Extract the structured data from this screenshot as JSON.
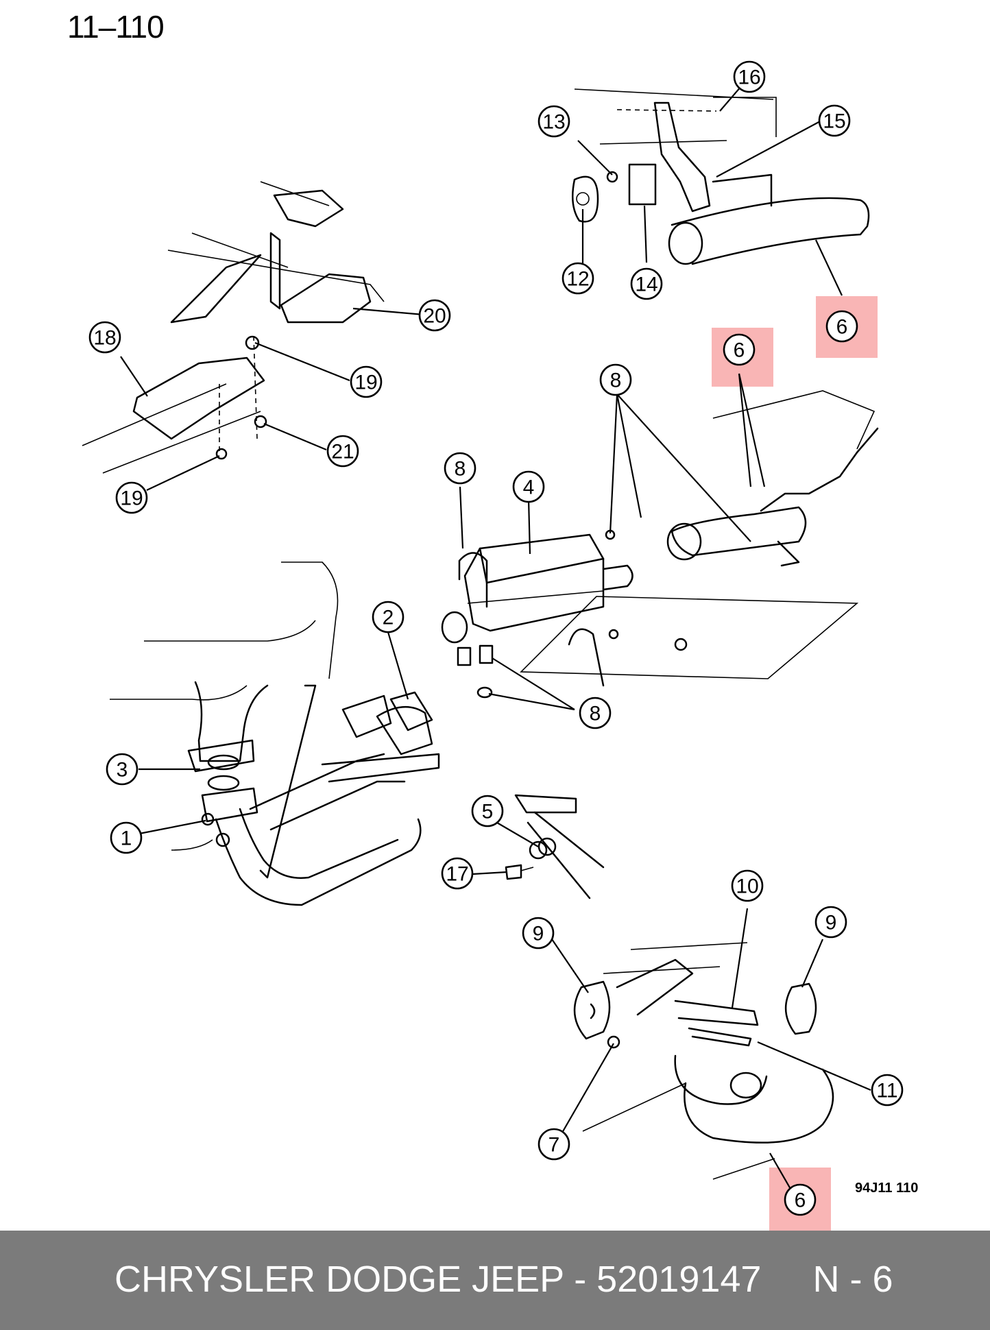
{
  "page_number": "11–110",
  "drawing_code": "94J11 110",
  "footer": {
    "text": "CHRYSLER DODGE JEEP - 52019147     N - 6"
  },
  "callouts": {
    "c1": "1",
    "c2": "2",
    "c3": "3",
    "c4": "4",
    "c5": "5",
    "c6_top": "6",
    "c6_mid": "6",
    "c6_bottom": "6",
    "c7": "7",
    "c8_a": "8",
    "c8_b": "8",
    "c8_c": "8",
    "c9_left": "9",
    "c9_right": "9",
    "c10": "10",
    "c11": "11",
    "c12": "12",
    "c13": "13",
    "c14": "14",
    "c15": "15",
    "c16": "16",
    "c17": "17",
    "c18": "18",
    "c19_a": "19",
    "c19_b": "19",
    "c20": "20",
    "c21": "21"
  },
  "highlight_color": "#f25a5a",
  "footer_color": "#7b7b7b"
}
